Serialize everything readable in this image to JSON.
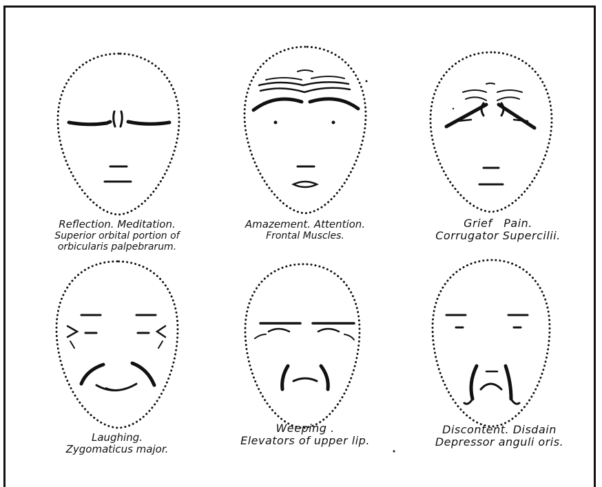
{
  "captions": {
    "reflection": {
      "line1": "Reflection. Meditation.",
      "line2": "Superior orbital portion of",
      "line3": "orbicularis palpebrarum."
    },
    "amazement": {
      "line1": "Amazement. Attention.",
      "line2": "Frontal Muscles."
    },
    "grief": {
      "line1": "Grief   Pain.",
      "line2": "Corrugator Supercilii."
    },
    "laughing": {
      "line1": "Laughing.",
      "line2": "Zygomaticus major."
    },
    "weeping": {
      "line1": "Weeping .",
      "line2": "Elevators of upper lip."
    },
    "discontent": {
      "line1": "Discontent. Disdain",
      "line2": "Depressor anguli oris."
    }
  }
}
